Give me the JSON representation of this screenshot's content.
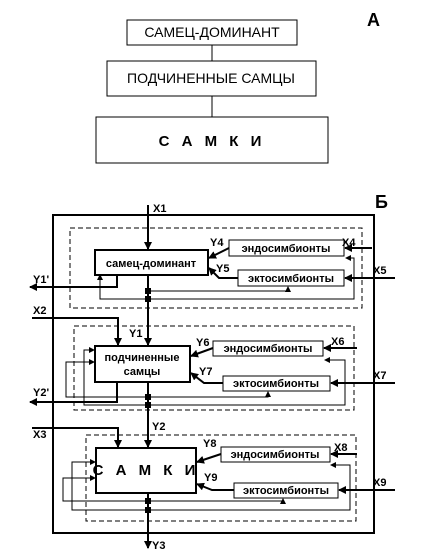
{
  "panel_a": {
    "letter": "А",
    "top": "САМЕЦ-ДОМИНАНТ",
    "middle": "ПОДЧИНЕННЫЕ САМЦЫ",
    "bottom": "С А М К И"
  },
  "panel_b": {
    "letter": "Б",
    "dominant": "самец-доминант",
    "subordinate_1": "подчиненные",
    "subordinate_2": "самцы",
    "females": "С А М К И",
    "endo": "эндосимбионты",
    "ecto": "эктосимбионты",
    "signals": {
      "x1": "X1",
      "x2": "X2",
      "x3": "X3",
      "x4": "X4",
      "x5": "X5",
      "x6": "X6",
      "x7": "X7",
      "x8": "X8",
      "x9": "X9",
      "y1": "Y1",
      "y2": "Y2",
      "y3": "Y3",
      "y1p": "Y1'",
      "y2p": "Y2'",
      "y4": "Y4",
      "y5": "Y5",
      "y6": "Y6",
      "y7": "Y7",
      "y8": "Y8",
      "y9": "Y9"
    }
  }
}
